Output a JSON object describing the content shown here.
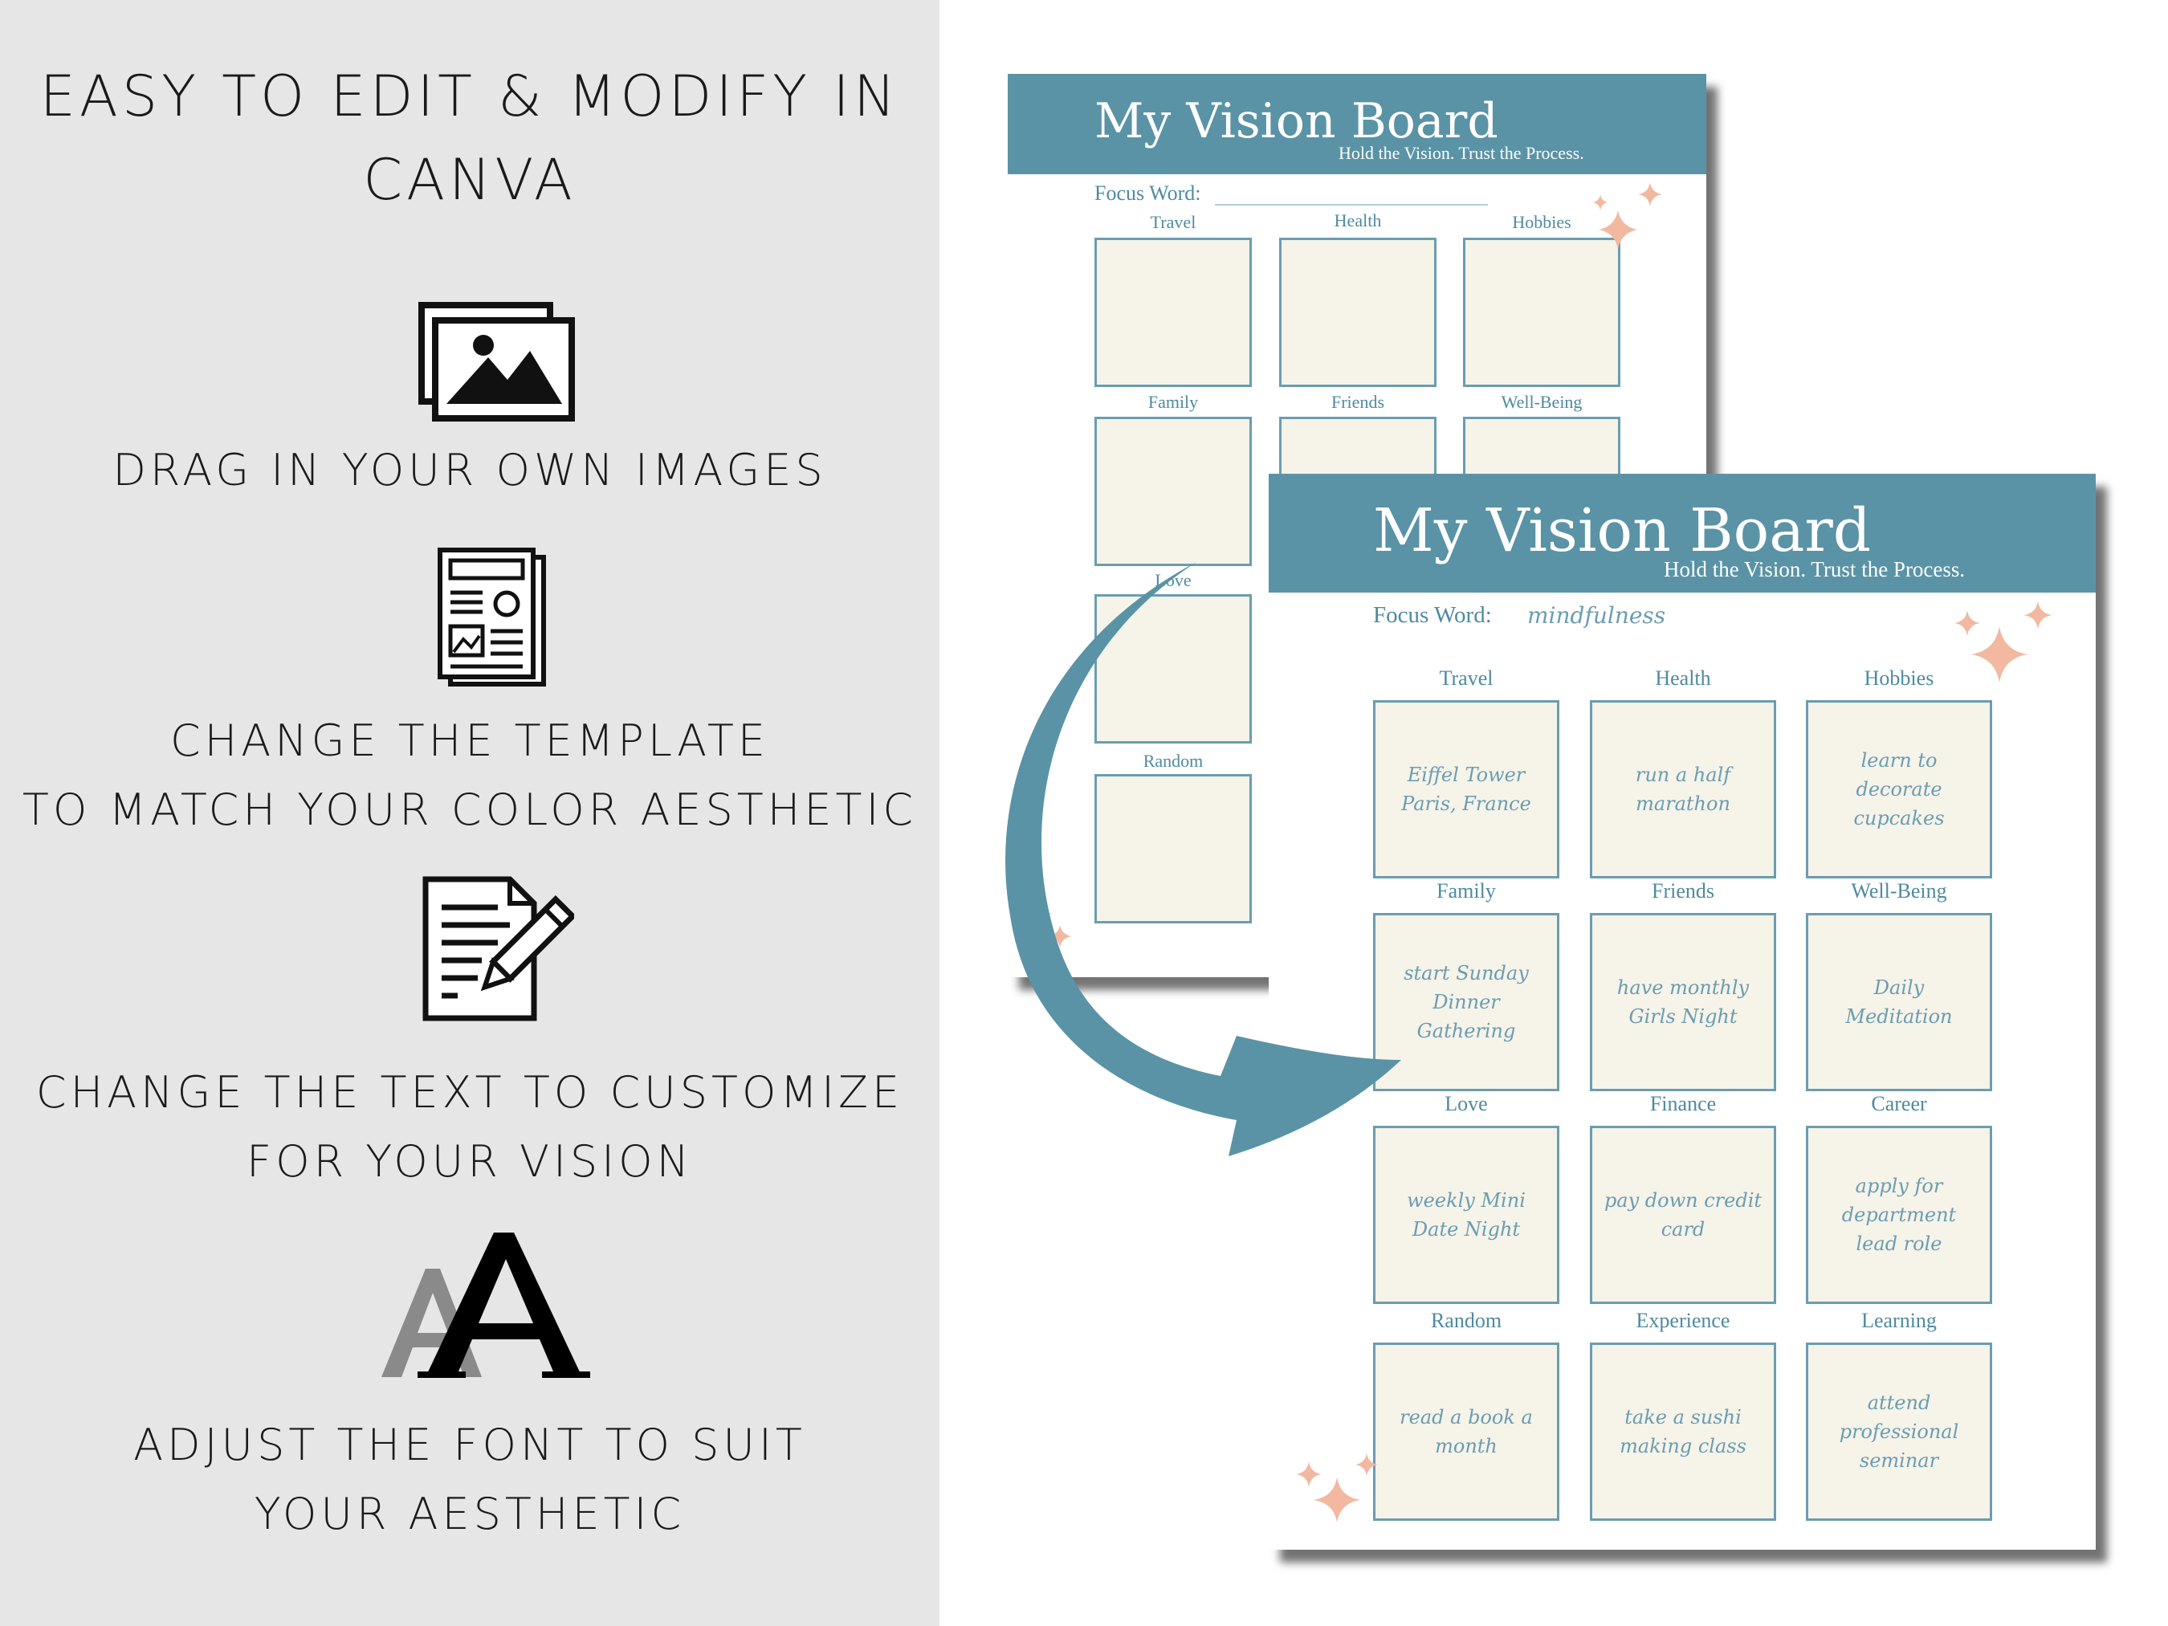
{
  "left": {
    "heading": [
      "EASY TO EDIT & MODIFY IN",
      "CANVA"
    ],
    "features": [
      {
        "icon": "images-icon",
        "lines": [
          "DRAG IN YOUR OWN IMAGES"
        ]
      },
      {
        "icon": "template-document-icon",
        "lines": [
          "CHANGE THE TEMPLATE",
          "TO MATCH YOUR COLOR AESTHETIC"
        ]
      },
      {
        "icon": "edit-text-icon",
        "lines": [
          "CHANGE THE TEXT TO CUSTOMIZE",
          "FOR YOUR VISION"
        ]
      },
      {
        "icon": "font-aa-icon",
        "lines": [
          "ADJUST THE FONT TO SUIT",
          "YOUR AESTHETIC"
        ]
      }
    ]
  },
  "blank_board": {
    "title": "My Vision Board",
    "subtitle": "Hold the Vision. Trust the Process.",
    "focus_label": "Focus Word:",
    "categories": [
      "Travel",
      "Health",
      "Hobbies",
      "Family",
      "Friends",
      "Well-Being",
      "Love",
      "Random"
    ]
  },
  "filled_board": {
    "title": "My Vision Board",
    "subtitle": "Hold the Vision. Trust the Process.",
    "focus_label": "Focus Word:",
    "focus_value": "mindfulness",
    "cells": [
      {
        "label": "Travel",
        "text": "Eiffel Tower Paris, France"
      },
      {
        "label": "Health",
        "text": "run a half marathon"
      },
      {
        "label": "Hobbies",
        "text": "learn to decorate cupcakes"
      },
      {
        "label": "Family",
        "text": "start Sunday Dinner Gathering"
      },
      {
        "label": "Friends",
        "text": "have monthly Girls Night"
      },
      {
        "label": "Well-Being",
        "text": "Daily Meditation"
      },
      {
        "label": "Love",
        "text": "weekly Mini Date Night"
      },
      {
        "label": "Finance",
        "text": "pay down credit card"
      },
      {
        "label": "Career",
        "text": "apply for department lead role"
      },
      {
        "label": "Random",
        "text": "read a book a month"
      },
      {
        "label": "Experience",
        "text": "take a sushi making class"
      },
      {
        "label": "Learning",
        "text": "attend professional seminar"
      }
    ]
  },
  "colors": {
    "accent": "#5a93a6",
    "box_fill": "#f6f3e9",
    "sparkle": "#f2b8a0",
    "panel": "#e6e6e6"
  }
}
